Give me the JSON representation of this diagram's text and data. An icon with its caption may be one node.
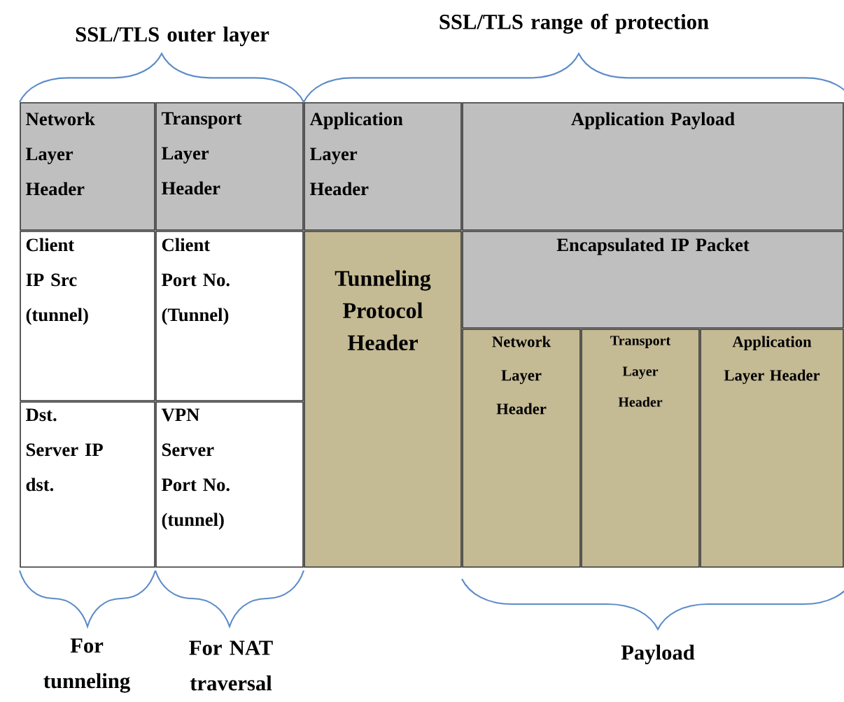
{
  "diagram": {
    "nodes": [
      {
        "text": [
          "Network Layer Header"
        ]
      },
      {
        "text": [
          "Transport Layer Header"
        ]
      },
      {
        "text": [
          "Application Layer Header"
        ]
      },
      {
        "text": [
          "Application Payload"
        ]
      },
      {
        "text": [
          "Client IP Src (tunnel)"
        ]
      },
      {
        "text": [
          "Client Port No. (Tunnel)"
        ]
      },
      {
        "text": [
          "Tunneling Protocol Header"
        ]
      },
      {
        "text": [
          "Encapsulated IP Packet"
        ]
      },
      {
        "text": [
          "Network Layer Header"
        ]
      },
      {
        "text": [
          "Transport Layer Header"
        ]
      },
      {
        "text": [
          "Application Layer Header"
        ]
      },
      {
        "text": [
          "Dst. Server IP dst."
        ]
      },
      {
        "text": [
          "VPN Server Port No. (tunnel)"
        ]
      }
    ],
    "labels": [
      "SSL/TLS outer layer",
      "SSL/TLS range of protection",
      "For tunneling",
      "For NAT traversal",
      "Payload"
    ]
  }
}
